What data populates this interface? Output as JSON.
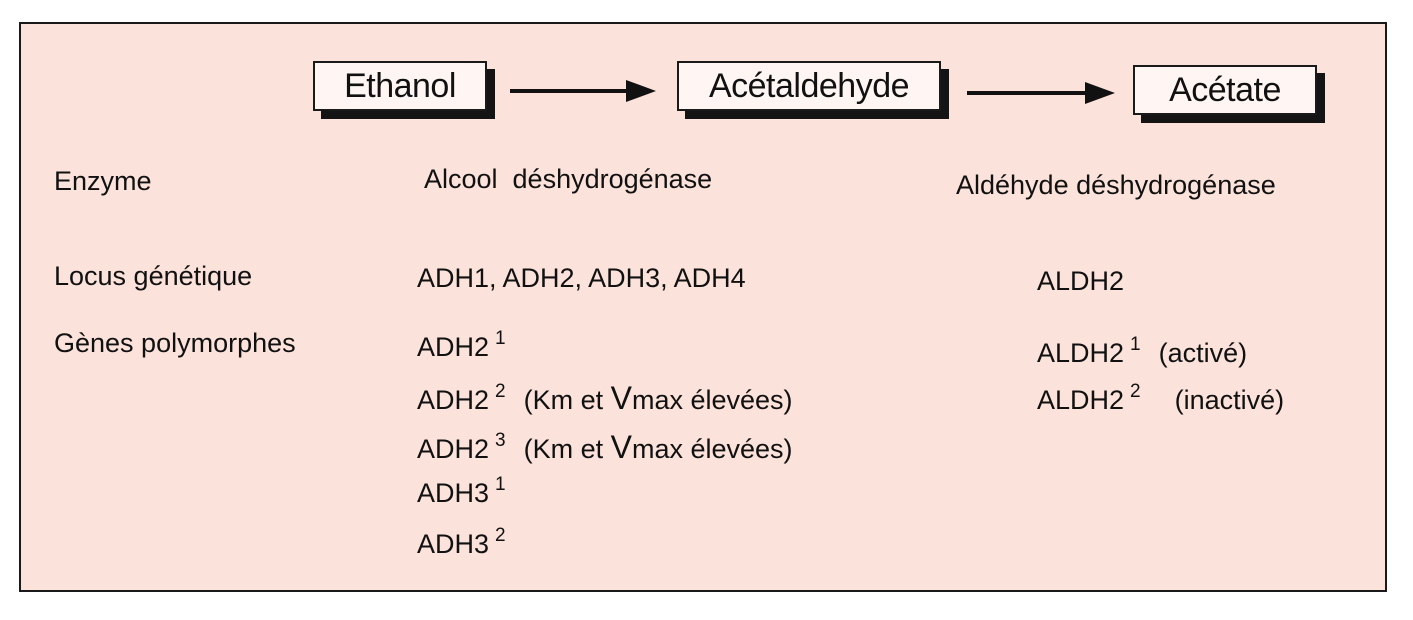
{
  "pathway": {
    "substrate": "Ethanol",
    "intermediate": "Acétaldehyde",
    "product": "Acétate"
  },
  "row_labels": {
    "enzyme": "Enzyme",
    "locus": "Locus génétique",
    "genes": "Gènes polymorphes"
  },
  "enzymes": {
    "adh": "Alcool  déshydrogénase",
    "aldh": "Aldéhyde déshydrogénase"
  },
  "locus": {
    "adh": "ADH1, ADH2, ADH3, ADH4",
    "aldh": "ALDH2"
  },
  "adh_genes": [
    {
      "base": "ADH2",
      "sup": "1",
      "note_pre": "",
      "note_v": "",
      "note_post": ""
    },
    {
      "base": "ADH2",
      "sup": "2",
      "note_pre": "(Km et ",
      "note_v": "V",
      "note_post": "max élevées)"
    },
    {
      "base": "ADH2",
      "sup": "3",
      "note_pre": "(Km et ",
      "note_v": "V",
      "note_post": "max élevées)"
    },
    {
      "base": "ADH3",
      "sup": "1",
      "note_pre": "",
      "note_v": "",
      "note_post": ""
    },
    {
      "base": "ADH3",
      "sup": "2",
      "note_pre": "",
      "note_v": "",
      "note_post": ""
    }
  ],
  "aldh_genes": [
    {
      "base": "ALDH2",
      "sup": "1",
      "note": "(activé)"
    },
    {
      "base": "ALDH2",
      "sup": "2",
      "note": "(inactivé)"
    }
  ]
}
